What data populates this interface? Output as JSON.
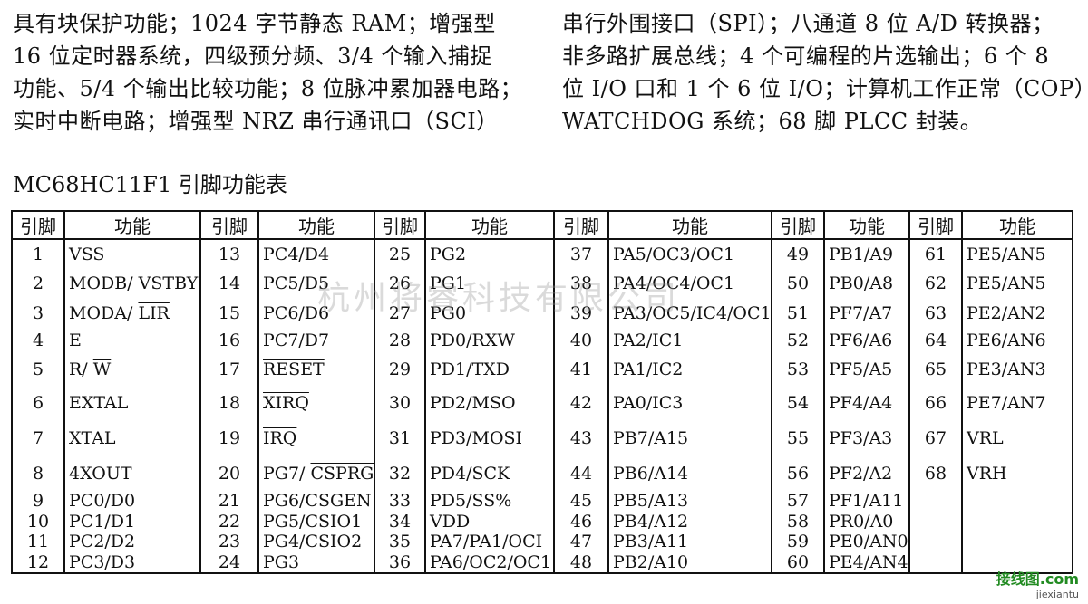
{
  "left_text": {
    "lines": [
      "具有块保护功能；1024 字节静态 RAM；增强型",
      "16 位定时器系统，四级预分频、3/4 个输入捕捉",
      "功能、5/4 个输出比较功能；8 位脉冲累加器电路；",
      "实时中断电路；增强型 NRZ 串行通讯口（SCI）",
      ""
    ]
  },
  "right_text": {
    "lines": [
      "串行外围接口（SPI）；八通道 8 位 A/D 转换器；",
      "非多路扩展总线；4 个可编程的片选输出；6 个 8",
      "位 I/O 口和 1 个 6 位 I/O；计算机工作正常（COP）",
      "WATCHDOG 系统；68 脚 PLCC 封装。"
    ]
  },
  "table_title": "MC68HC11F1 引脚功能表",
  "table": {
    "header_pin": "引脚",
    "header_func": "功能",
    "rows": [
      [
        "1",
        "VSS",
        "13",
        "PC4/D4",
        "25",
        "PG2",
        "37",
        "PA5/OC3/OC1",
        "49",
        "PB1/A9",
        "61",
        "PE5/AN5"
      ],
      [
        "2",
        "MODB/ VSTBY",
        "14",
        "PC5/D5",
        "26",
        "PG1",
        "38",
        "PA4/OC4/OC1",
        "50",
        "PB0/A8",
        "62",
        "PE5/AN5"
      ],
      [
        "3",
        "MODA/ LIR",
        "15",
        "PC6/D6",
        "27",
        "PG0",
        "39",
        "PA3/OC5/IC4/OC1",
        "51",
        "PF7/A7",
        "63",
        "PE2/AN2"
      ],
      [
        "4",
        "E",
        "16",
        "PC7/D7",
        "28",
        "PD0/RXW",
        "40",
        "PA2/IC1",
        "52",
        "PF6/A6",
        "64",
        "PE6/AN6"
      ],
      [
        "5",
        "R/ W",
        "17",
        "RESET",
        "29",
        "PD1/TXD",
        "41",
        "PA1/IC2",
        "53",
        "PF5/A5",
        "65",
        "PE3/AN3"
      ],
      [
        "6",
        "EXTAL",
        "18",
        "XIRQ",
        "30",
        "PD2/MSO",
        "42",
        "PA0/IC3",
        "54",
        "PF4/A4",
        "66",
        "PE7/AN7"
      ],
      [
        "7",
        "XTAL",
        "19",
        "IRQ",
        "31",
        "PD3/MOSI",
        "43",
        "PB7/A15",
        "55",
        "PF3/A3",
        "67",
        "VRL"
      ],
      [
        "8",
        "4XOUT",
        "20",
        "PG7/ CSPRG",
        "32",
        "PD4/SCK",
        "44",
        "PB6/A14",
        "56",
        "PF2/A2",
        "68",
        "VRH"
      ],
      [
        "9",
        "PC0/D0",
        "21",
        "PG6/CSGEN",
        "33",
        "PD5/SS%",
        "45",
        "PB5/A13",
        "57",
        "PF1/A11",
        "",
        ""
      ],
      [
        "10",
        "PC1/D1",
        "22",
        "PG5/CSIO1",
        "34",
        "VDD",
        "46",
        "PB4/A12",
        "58",
        "PR0/A0",
        "",
        ""
      ],
      [
        "11",
        "PC2/D2",
        "23",
        "PG4/CSIO2",
        "35",
        "PA7/PA1/OCI",
        "47",
        "PB3/A11",
        "59",
        "PE0/AN0",
        "",
        ""
      ],
      [
        "12",
        "PC3/D3",
        "24",
        "PG3",
        "36",
        "PA6/OC2/OC1",
        "48",
        "PB2/A10",
        "60",
        "PE4/AN4",
        "",
        ""
      ]
    ]
  },
  "watermark": "杭州将睿科技有限公司",
  "logo": {
    "top": "接线图.com",
    "bottom": "jiexiantu"
  }
}
